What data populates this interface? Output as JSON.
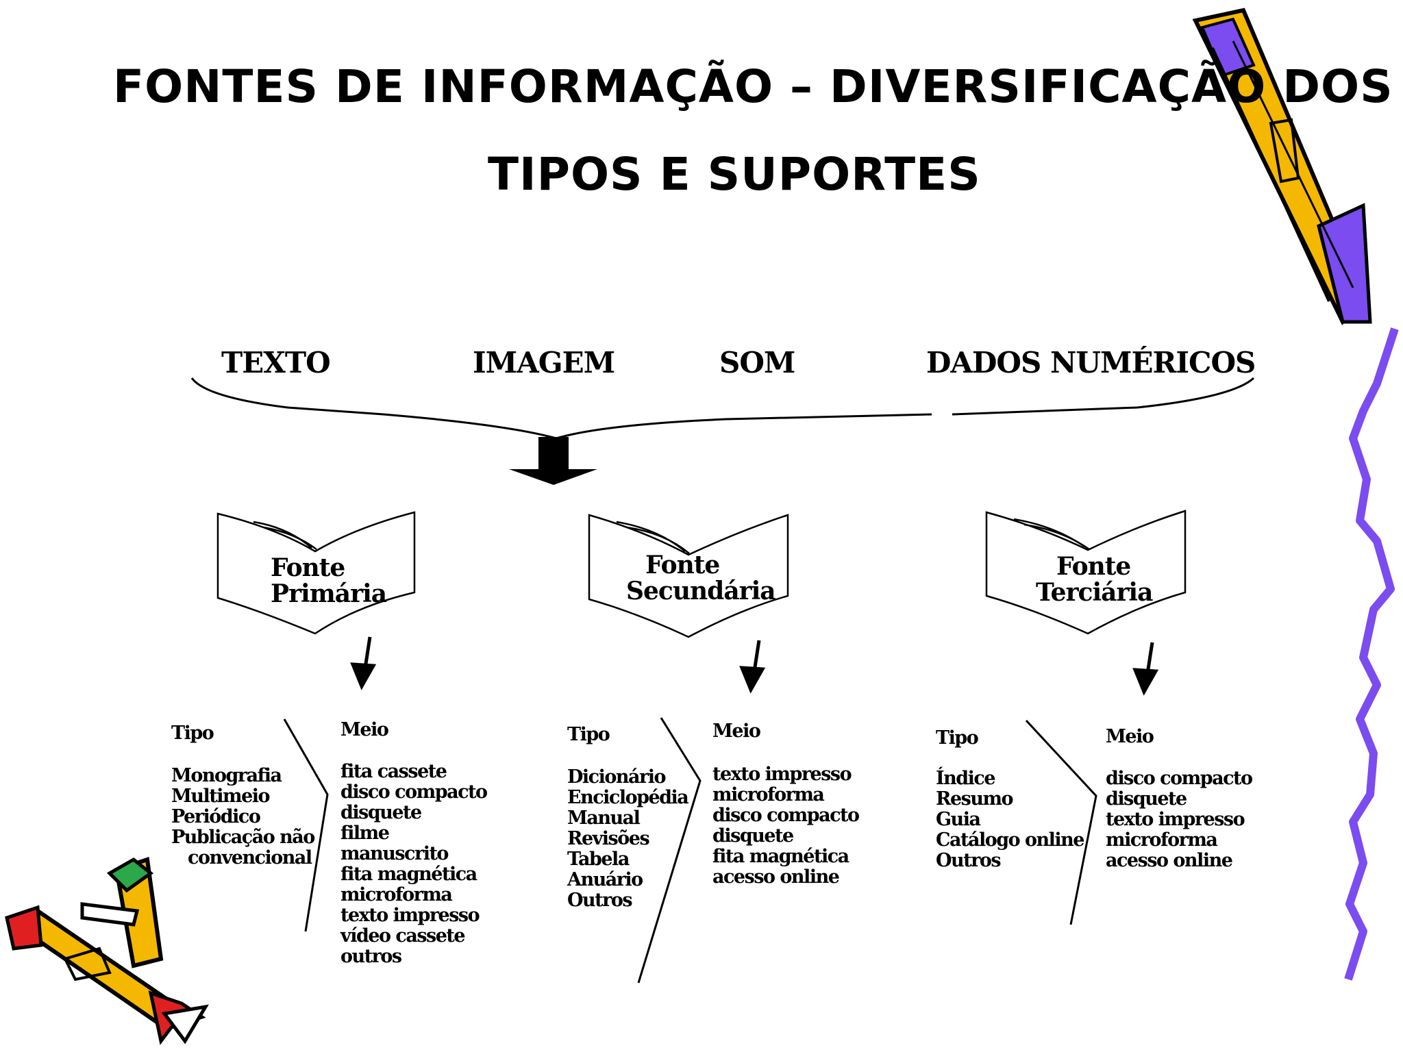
{
  "slide": {
    "title_line1": "FONTES DE INFORMAÇÃO – DIVERSIFICAÇÃO DOS",
    "title_line2": "TIPOS E SUPORTES"
  },
  "media": [
    "TEXTO",
    "IMAGEM",
    "SOM",
    "DADOS NUMÉRICOS"
  ],
  "sources": [
    {
      "line1": "Fonte",
      "line2": "Primária",
      "tipo_label": "Tipo",
      "meio_label": "Meio",
      "tipos": [
        "Monografia",
        "Multimeio",
        "Periódico",
        "Publicação não",
        "convencional"
      ],
      "meios": [
        "fita cassete",
        "disco compacto",
        "disquete",
        "filme",
        "manuscrito",
        "fita magnética",
        "microforma",
        "texto impresso",
        "vídeo cassete",
        "outros"
      ]
    },
    {
      "line1": "Fonte",
      "line2": "Secundária",
      "tipo_label": "Tipo",
      "meio_label": "Meio",
      "tipos": [
        "Dicionário",
        "Enciclopédia",
        "Manual",
        "Revisões",
        "Tabela",
        "Anuário",
        "Outros"
      ],
      "meios": [
        "texto impresso",
        "microforma",
        "disco compacto",
        "disquete",
        "fita magnética",
        "acesso online"
      ]
    },
    {
      "line1": "Fonte",
      "line2": "Terciária",
      "tipo_label": "Tipo",
      "meio_label": "Meio",
      "tipos": [
        "Índice",
        "Resumo",
        "Guia",
        "Catálogo online",
        "Outros"
      ],
      "meios": [
        "disco compacto",
        "disquete",
        "texto impresso",
        "microforma",
        "acesso online"
      ]
    }
  ],
  "decorations": {
    "pencil_color": "#f5b800",
    "pencil_accent": "#7b4cf0",
    "clip_icons": [
      "pencil-icon",
      "crayons-icon",
      "squiggle-line-icon"
    ]
  }
}
